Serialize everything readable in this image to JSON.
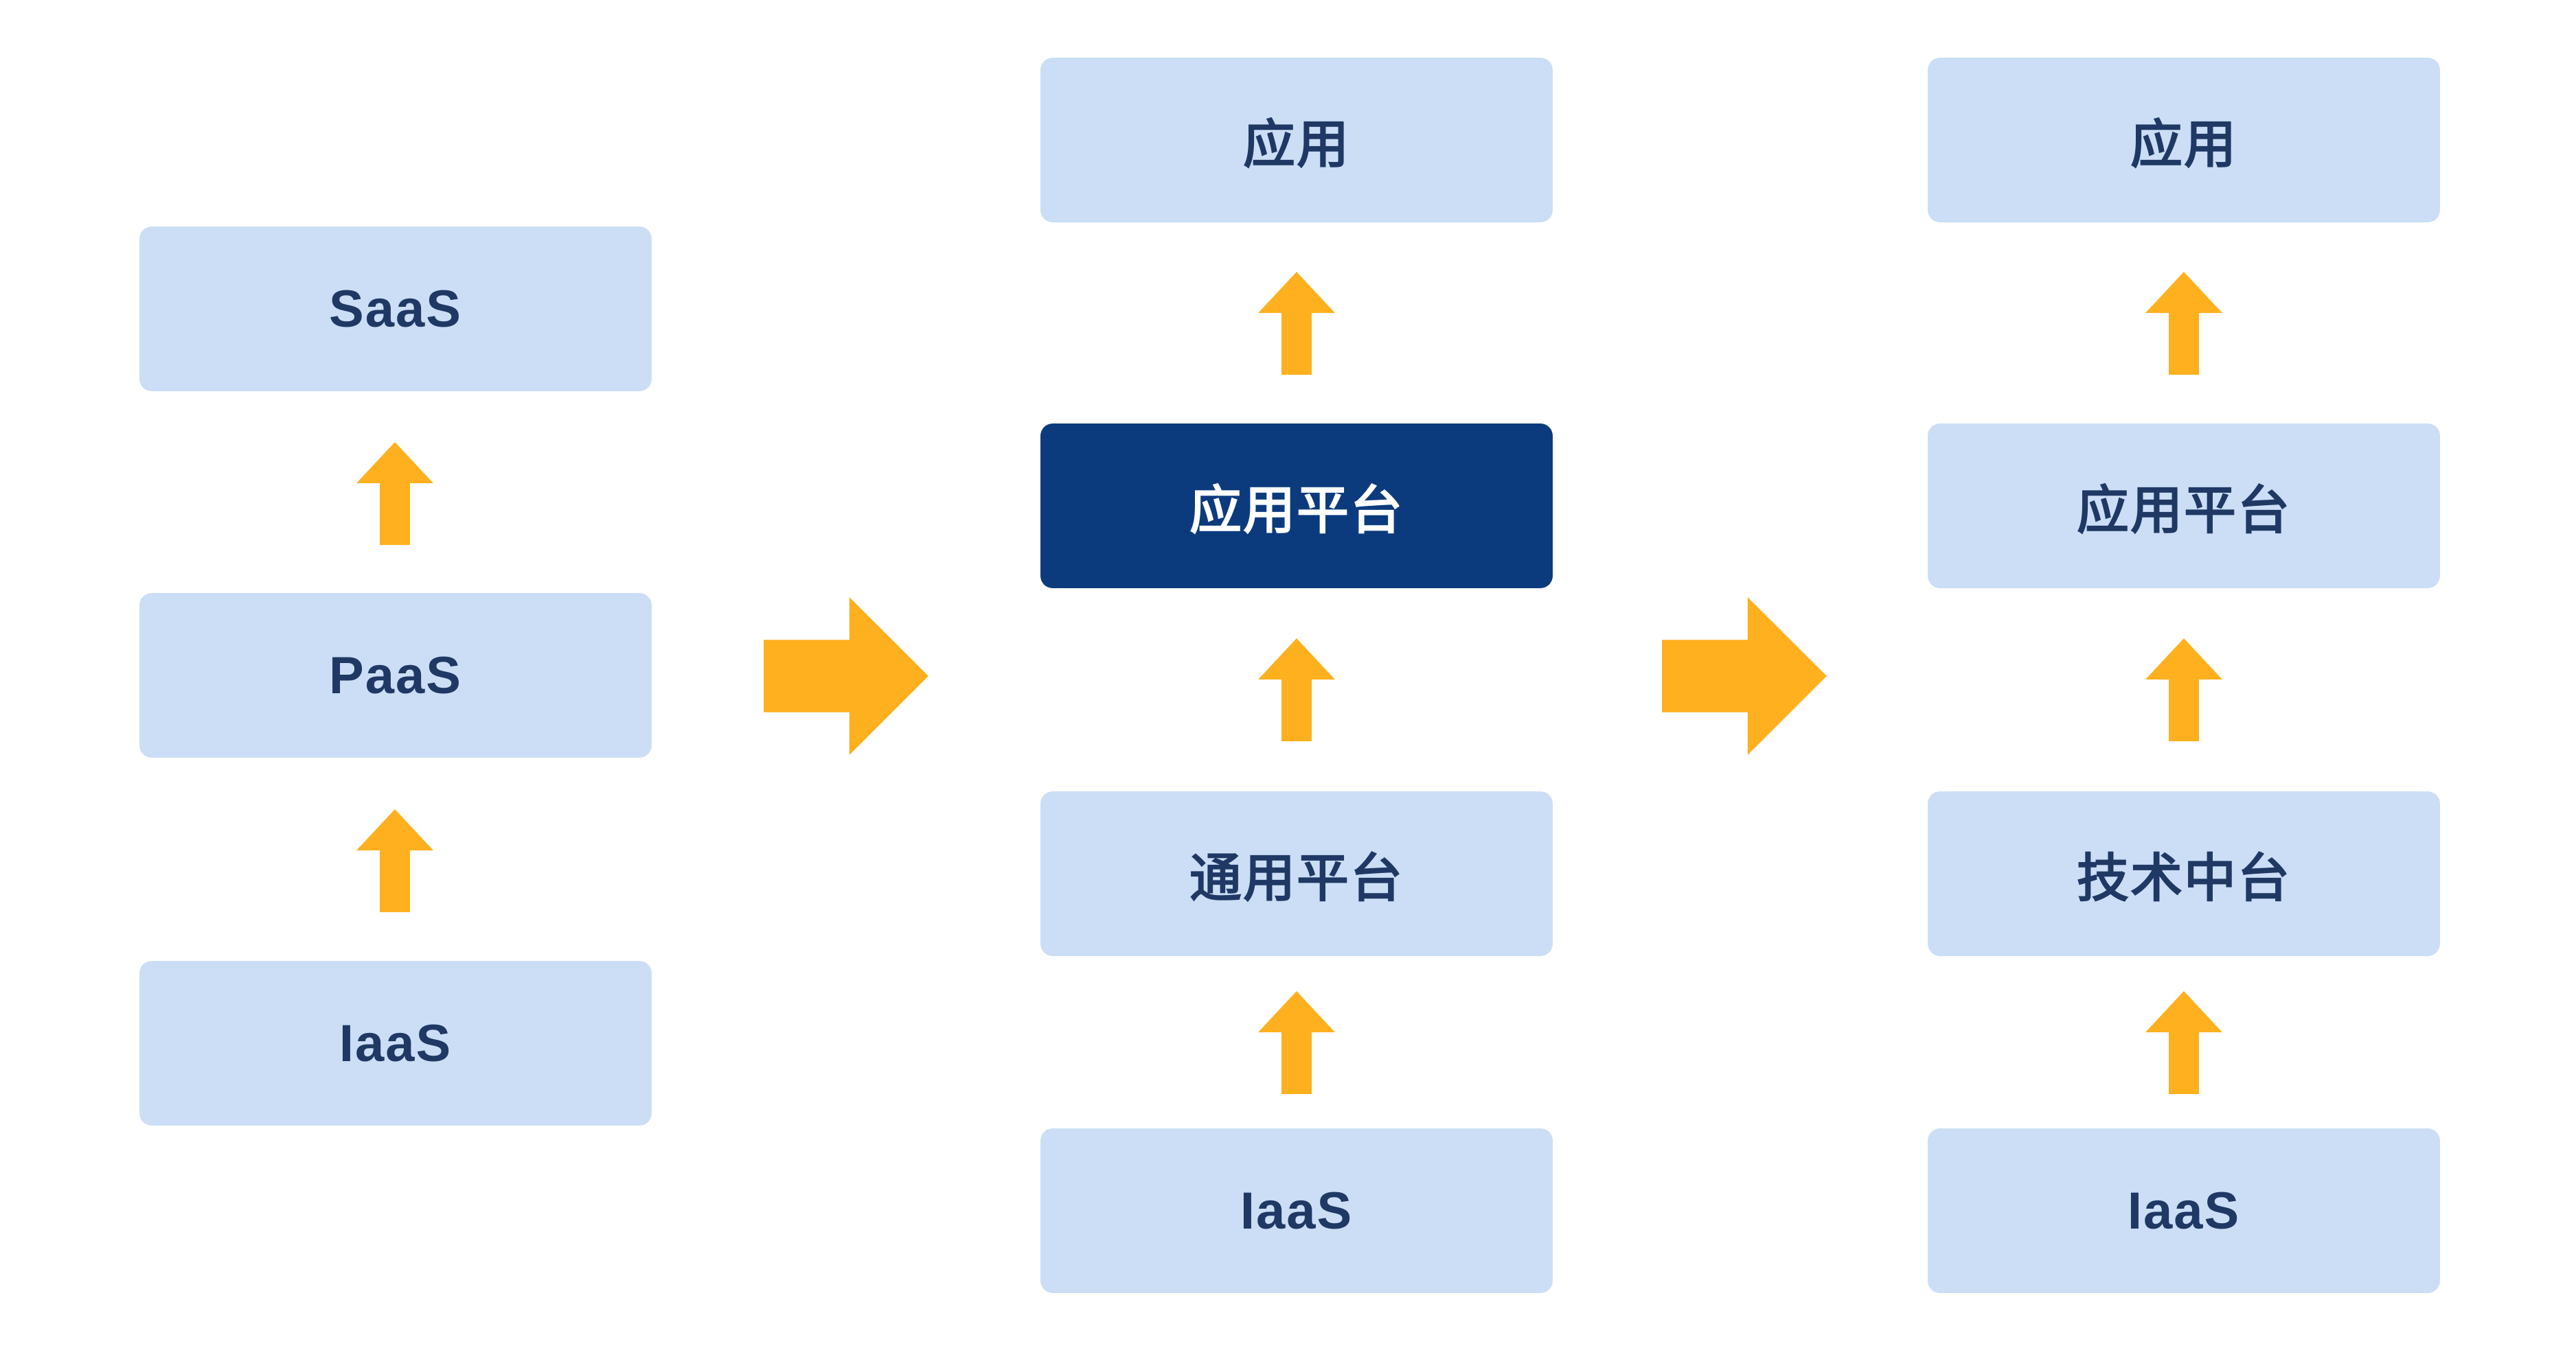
{
  "colors": {
    "background": "#FFFFFF",
    "box_light_bg": "#CBDEF5",
    "box_dark_bg": "#0C3B7D",
    "text_dark": "#1F3864",
    "text_light": "#FFFFFF",
    "arrow_orange": "#FFB01E"
  },
  "icons": {
    "up_arrow": "up-arrow-icon",
    "right_arrow": "right-arrow-icon"
  },
  "columns": [
    {
      "name": "cloud-stack",
      "boxes": [
        {
          "label": "SaaS",
          "variant": "light"
        },
        {
          "label": "PaaS",
          "variant": "light"
        },
        {
          "label": "IaaS",
          "variant": "light"
        }
      ]
    },
    {
      "name": "platform-stack",
      "boxes": [
        {
          "label": "应用",
          "variant": "light"
        },
        {
          "label": "应用平台",
          "variant": "dark"
        },
        {
          "label": "通用平台",
          "variant": "light"
        },
        {
          "label": "IaaS",
          "variant": "light"
        }
      ]
    },
    {
      "name": "midplatform-stack",
      "boxes": [
        {
          "label": "应用",
          "variant": "light"
        },
        {
          "label": "应用平台",
          "variant": "light"
        },
        {
          "label": "技术中台",
          "variant": "light"
        },
        {
          "label": "IaaS",
          "variant": "light"
        }
      ]
    }
  ]
}
